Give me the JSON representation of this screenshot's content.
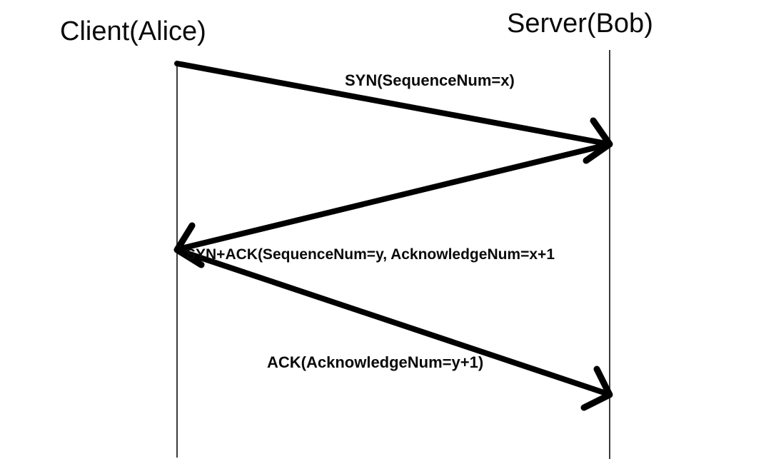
{
  "diagram": {
    "type": "sequence-diagram",
    "actors": [
      {
        "id": "client",
        "name": "Client(Alice)"
      },
      {
        "id": "server",
        "name": "Server(Bob)"
      }
    ],
    "messages": [
      {
        "order": 1,
        "from": "client",
        "to": "server",
        "label": "SYN(SequenceNum=x)"
      },
      {
        "order": 2,
        "from": "server",
        "to": "client",
        "label": "SYN+ACK(SequenceNum=y, AcknowledgeNum=x+1"
      },
      {
        "order": 3,
        "from": "client",
        "to": "server",
        "label": "ACK(AcknowledgeNum=y+1)"
      }
    ],
    "colors": {
      "background": "#ffffff",
      "arrow": "#000000",
      "lifeline": "#3b3b3b",
      "text": "#0a0a0a"
    }
  }
}
